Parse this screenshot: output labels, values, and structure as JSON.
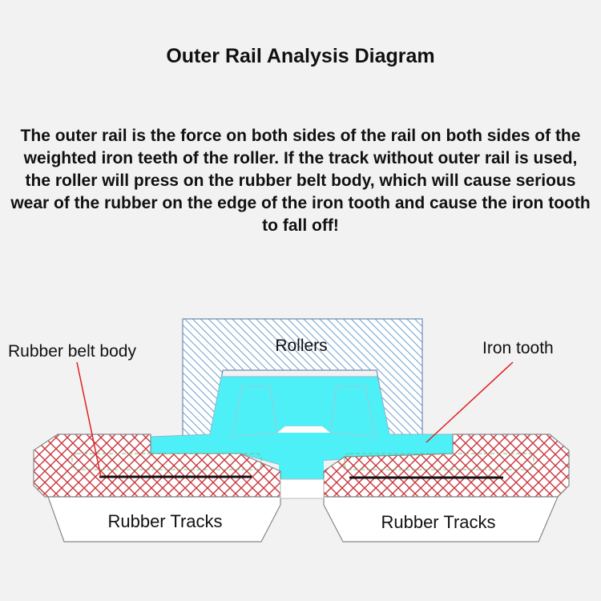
{
  "title": "Outer Rail Analysis Diagram",
  "description": "The outer rail is the force on both sides of the rail on both sides of the weighted iron teeth of the roller. If the track without outer rail is used, the roller will press on the rubber belt body, which will cause serious wear of the rubber on the edge of the iron tooth and cause the iron tooth to fall off!",
  "labels": {
    "rollers": "Rollers",
    "rubber_belt_body": "Rubber belt body",
    "iron_tooth": "Iron tooth",
    "rubber_tracks_left": "Rubber Tracks",
    "rubber_tracks_right": "Rubber Tracks"
  },
  "colors": {
    "roller_hatch": "#6a9fd0",
    "iron_tooth_fill": "#4ef0f7",
    "rubber_hatch": "#c8353d",
    "leader_line": "#e02020"
  }
}
